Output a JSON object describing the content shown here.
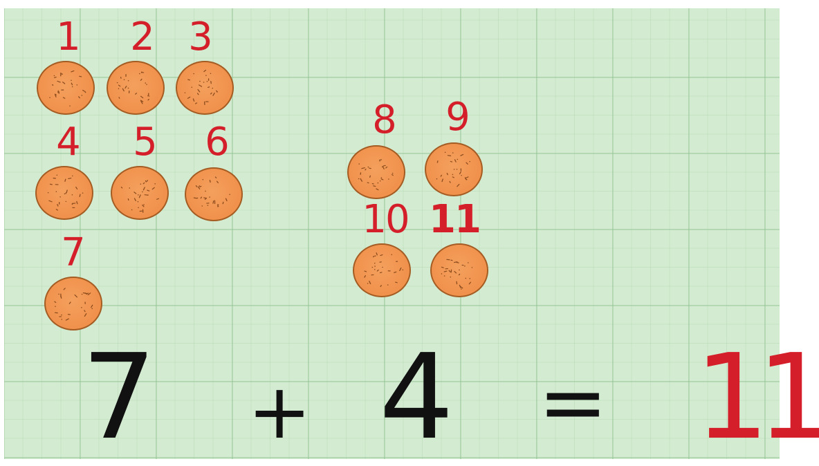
{
  "colors": {
    "number_red": "#d41f2a",
    "equation_black": "#111111",
    "cookie_fill": "#f0914c",
    "cookie_outline": "#a45c23",
    "grid_background": "#d3ecd1"
  },
  "counted_items": [
    {
      "number": "1"
    },
    {
      "number": "2"
    },
    {
      "number": "3"
    },
    {
      "number": "4"
    },
    {
      "number": "5"
    },
    {
      "number": "6"
    },
    {
      "number": "7"
    },
    {
      "number": "8"
    },
    {
      "number": "9"
    },
    {
      "number": "10"
    },
    {
      "number": "11"
    }
  ],
  "equation": {
    "addend_1": "7",
    "plus": "+",
    "addend_2": "4",
    "equals": "=",
    "sum": "11"
  }
}
